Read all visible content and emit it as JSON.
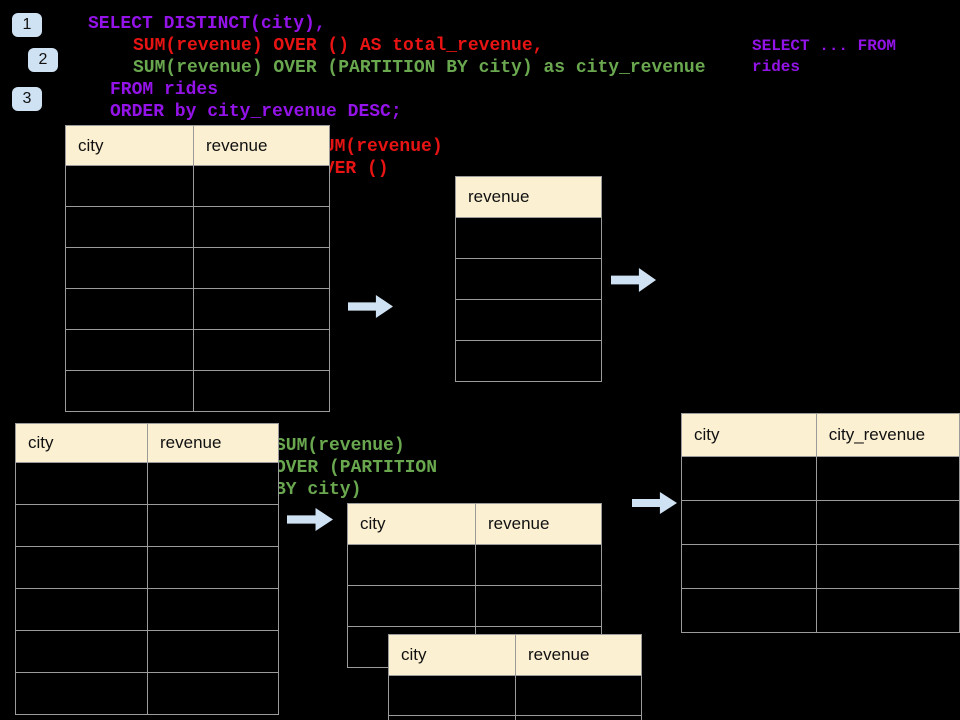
{
  "step_badges": [
    {
      "label": "1"
    },
    {
      "label": "2"
    },
    {
      "label": "3"
    }
  ],
  "sql_code": {
    "line_select": "SELECT DISTINCT(city),",
    "line_total": "SUM(revenue) OVER () AS total_revenue,",
    "line_partition": "SUM(revenue) OVER (PARTITION BY city) as city_revenue",
    "line_from": "FROM rides",
    "line_order": "ORDER by city_revenue DESC;"
  },
  "side_note": {
    "line1": "SELECT ... FROM",
    "line2": "rides"
  },
  "annotation_total": {
    "line1": "SUM(revenue)",
    "line2": "OVER ()"
  },
  "annotation_partition": {
    "line1": "SUM(revenue)",
    "line2": "OVER (PARTITION",
    "line3": "BY city)"
  },
  "tables": {
    "source_top": {
      "headers": [
        "city",
        "revenue"
      ],
      "row_count": 6
    },
    "total_revenue": {
      "headers": [
        "revenue"
      ],
      "row_count": 4
    },
    "source_bottom": {
      "headers": [
        "city",
        "revenue"
      ],
      "row_count": 6
    },
    "partition_mid": {
      "headers": [
        "city",
        "revenue"
      ],
      "row_count": 3
    },
    "partition_overlay": {
      "headers": [
        "city",
        "revenue"
      ],
      "row_count": 2
    },
    "city_revenue": {
      "headers": [
        "city",
        "city_revenue"
      ],
      "row_count": 4
    }
  },
  "colors": {
    "purple": "#9413E8",
    "red": "#E81313",
    "green": "#6AA84F",
    "badge_blue": "#CFE2F3",
    "arrow_blue": "#CFE2F3",
    "header_cream": "#FBF0D2"
  }
}
